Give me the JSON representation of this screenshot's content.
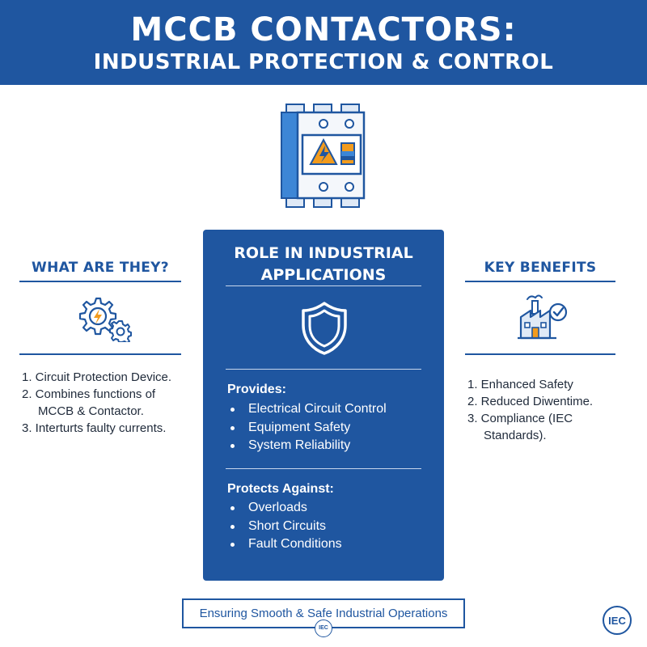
{
  "header": {
    "title_line1": "MCCB CONTACTORS:",
    "title_line2": "INDUSTRIAL PROTECTION & CONTROL"
  },
  "left": {
    "title": "WHAT ARE THEY?",
    "icon": "gear-lightning-icon",
    "items": [
      "1. Circuit Protection Device.",
      "2. Combines functions of",
      "MCCB & Contactor.",
      "3. Interturts faulty currents."
    ]
  },
  "center": {
    "title_line1": "ROLE IN INDUSTRIAL",
    "title_line2": "APPLICATIONS",
    "icon": "shield-icon",
    "provides_heading": "Provides:",
    "provides": [
      "Electrical Circuit Control",
      "Equipment Safety",
      "System Reliability"
    ],
    "protects_heading": "Protects Against:",
    "protects": [
      "Overloads",
      "Short Circuits",
      "Fault Conditions"
    ]
  },
  "right": {
    "title": "KEY BENEFITS",
    "icon": "factory-check-icon",
    "items": [
      "1. Enhanced Safety",
      "2. Reduced Diwentime.",
      "3. Compliance (IEC",
      "Standards)."
    ]
  },
  "footer": {
    "text": "Ensuring Smooth & Safe Industrial Operations",
    "badge": "IEC",
    "logo": "IEC"
  },
  "colors": {
    "primary": "#1f56a0",
    "accent": "#f29b1d",
    "light_blue": "#3d86d6"
  }
}
